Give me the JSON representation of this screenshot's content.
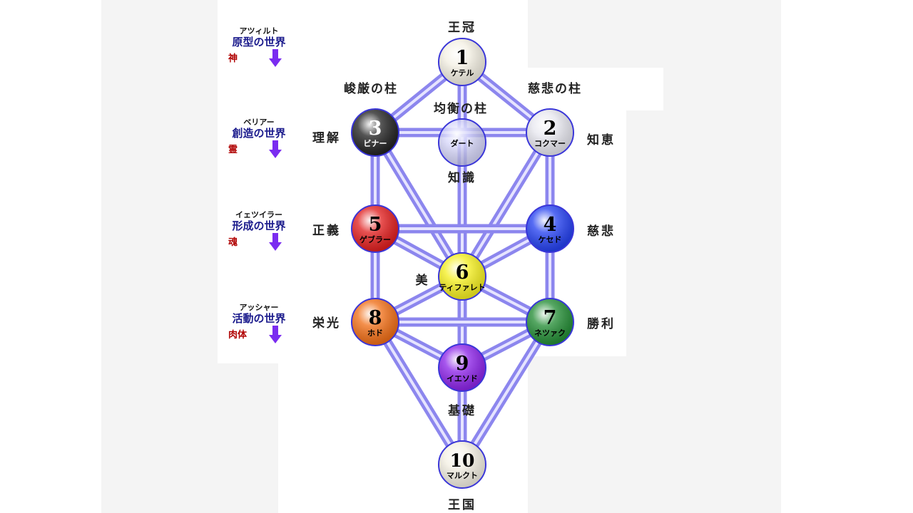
{
  "worlds": [
    {
      "kana": "アツィルト",
      "name": "原型の世界",
      "element": "神"
    },
    {
      "kana": "ベリアー",
      "name": "創造の世界",
      "element": "霊"
    },
    {
      "kana": "イェツイラー",
      "name": "形成の世界",
      "element": "魂"
    },
    {
      "kana": "アッシャー",
      "name": "活動の世界",
      "element": "肉体"
    }
  ],
  "pillars": {
    "severity": "峻厳の柱",
    "mercy": "慈悲の柱",
    "balance": "均衡の柱"
  },
  "sephiroth": [
    {
      "num": "1",
      "name": "ケテル",
      "attribute": "王冠",
      "color": "#f3efe2"
    },
    {
      "num": "2",
      "name": "コクマー",
      "attribute": "知恵",
      "color": "#e6e6ee"
    },
    {
      "num": "3",
      "name": "ビナー",
      "attribute": "理解",
      "color": "#1c1c1c"
    },
    {
      "num": "4",
      "name": "ケセド",
      "attribute": "慈悲",
      "color": "#1f3cf0"
    },
    {
      "num": "5",
      "name": "ゲブラー",
      "attribute": "正義",
      "color": "#e01818"
    },
    {
      "num": "6",
      "name": "ティファレト",
      "attribute": "美",
      "color": "#f4ee1a"
    },
    {
      "num": "7",
      "name": "ネツァク",
      "attribute": "勝利",
      "color": "#1e8a30"
    },
    {
      "num": "8",
      "name": "ホド",
      "attribute": "栄光",
      "color": "#f06a10"
    },
    {
      "num": "9",
      "name": "イエソド",
      "attribute": "基礎",
      "color": "#8a1ee8"
    },
    {
      "num": "10",
      "name": "マルクト",
      "attribute": "王国",
      "color": "#f3efe2"
    }
  ],
  "daath": {
    "name": "ダート",
    "attribute": "知識",
    "color": "#c8c8f8"
  },
  "colors": {
    "path": "#8c86ee",
    "path_highlight": "#e6e4ff",
    "node_outline": "#3a36d8",
    "world_name": "#1a1a8c",
    "world_element": "#b00000",
    "arrow": "#7a2cf0"
  }
}
